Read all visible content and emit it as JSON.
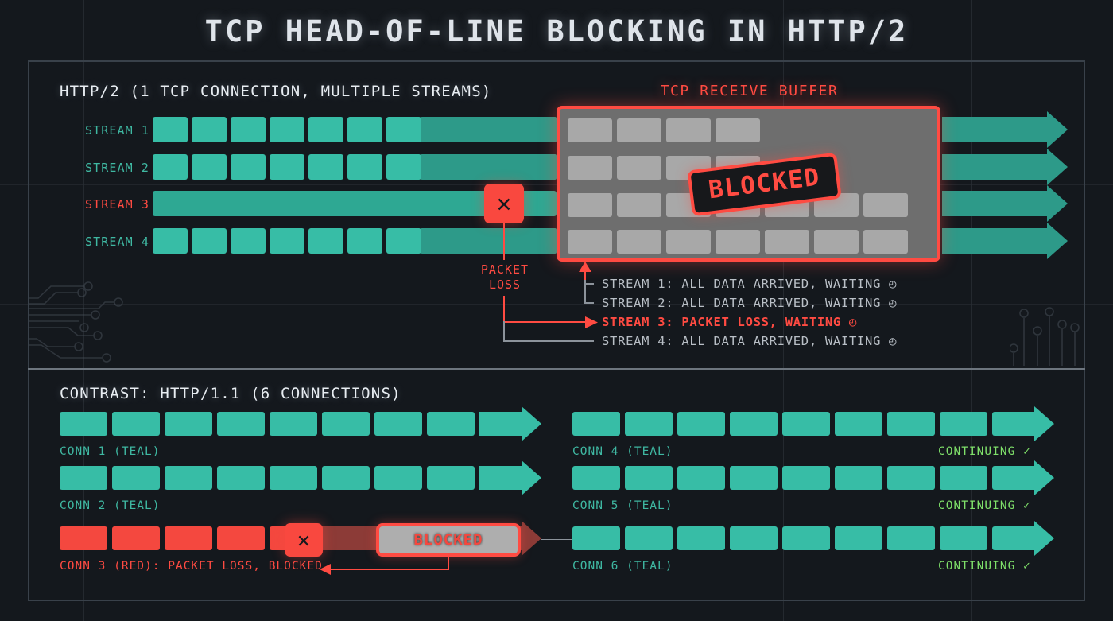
{
  "title": "TCP HEAD-OF-LINE BLOCKING IN HTTP/2",
  "colors": {
    "background": "#14181d",
    "teal": "#37bda6",
    "teal_dark": "#2d9a89",
    "red": "#ff4b42",
    "green": "#7fe06a",
    "grey_panel": "#6e6e6e",
    "grey_cell": "#a8a8a8",
    "frame": "#39414a"
  },
  "top_section": {
    "heading": "HTTP/2 (1 TCP CONNECTION, MULTIPLE STREAMS)",
    "buffer_title": "TCP RECEIVE BUFFER",
    "streams": [
      {
        "label": "STREAM 1",
        "state": "ok",
        "packets": 7
      },
      {
        "label": "STREAM 2",
        "state": "ok",
        "packets": 7
      },
      {
        "label": "STREAM 3",
        "state": "loss",
        "packets": 0
      },
      {
        "label": "STREAM 4",
        "state": "ok",
        "packets": 7
      }
    ],
    "packet_loss_label_line1": "PACKET",
    "packet_loss_label_line2": "LOSS",
    "x_marker": "✕",
    "buffer_stamp": "BLOCKED",
    "buffer_rows": [
      4,
      4,
      7,
      7
    ],
    "legend": [
      {
        "text": "STREAM 1: ALL DATA ARRIVED, WAITING",
        "icon": "◴",
        "state": "ok"
      },
      {
        "text": "STREAM 2: ALL DATA ARRIVED, WAITING",
        "icon": "◴",
        "state": "ok"
      },
      {
        "text": "STREAM 3: PACKET LOSS, WAITING",
        "icon": "◴",
        "state": "loss"
      },
      {
        "text": "STREAM 4: ALL DATA ARRIVED, WAITING",
        "icon": "◴",
        "state": "ok"
      }
    ]
  },
  "bottom_section": {
    "heading": "CONTRAST: HTTP/1.1 (6 CONNECTIONS)",
    "blocked_box_label": "BLOCKED",
    "x_marker": "✕",
    "continuing_label": "CONTINUING",
    "check_icon": "✓",
    "connections_left": [
      {
        "label": "CONN 1 (TEAL)",
        "state": "ok",
        "packets": 8
      },
      {
        "label": "CONN 2 (TEAL)",
        "state": "ok",
        "packets": 8
      },
      {
        "label": "CONN 3 (RED): PACKET LOSS, BLOCKED",
        "state": "loss",
        "packets": 5
      }
    ],
    "connections_right": [
      {
        "label": "CONN 4 (TEAL)",
        "state": "ok",
        "packets": 9,
        "status": "CONTINUING"
      },
      {
        "label": "CONN 5 (TEAL)",
        "state": "ok",
        "packets": 9,
        "status": "CONTINUING"
      },
      {
        "label": "CONN 6 (TEAL)",
        "state": "ok",
        "packets": 9,
        "status": "CONTINUING"
      }
    ]
  }
}
